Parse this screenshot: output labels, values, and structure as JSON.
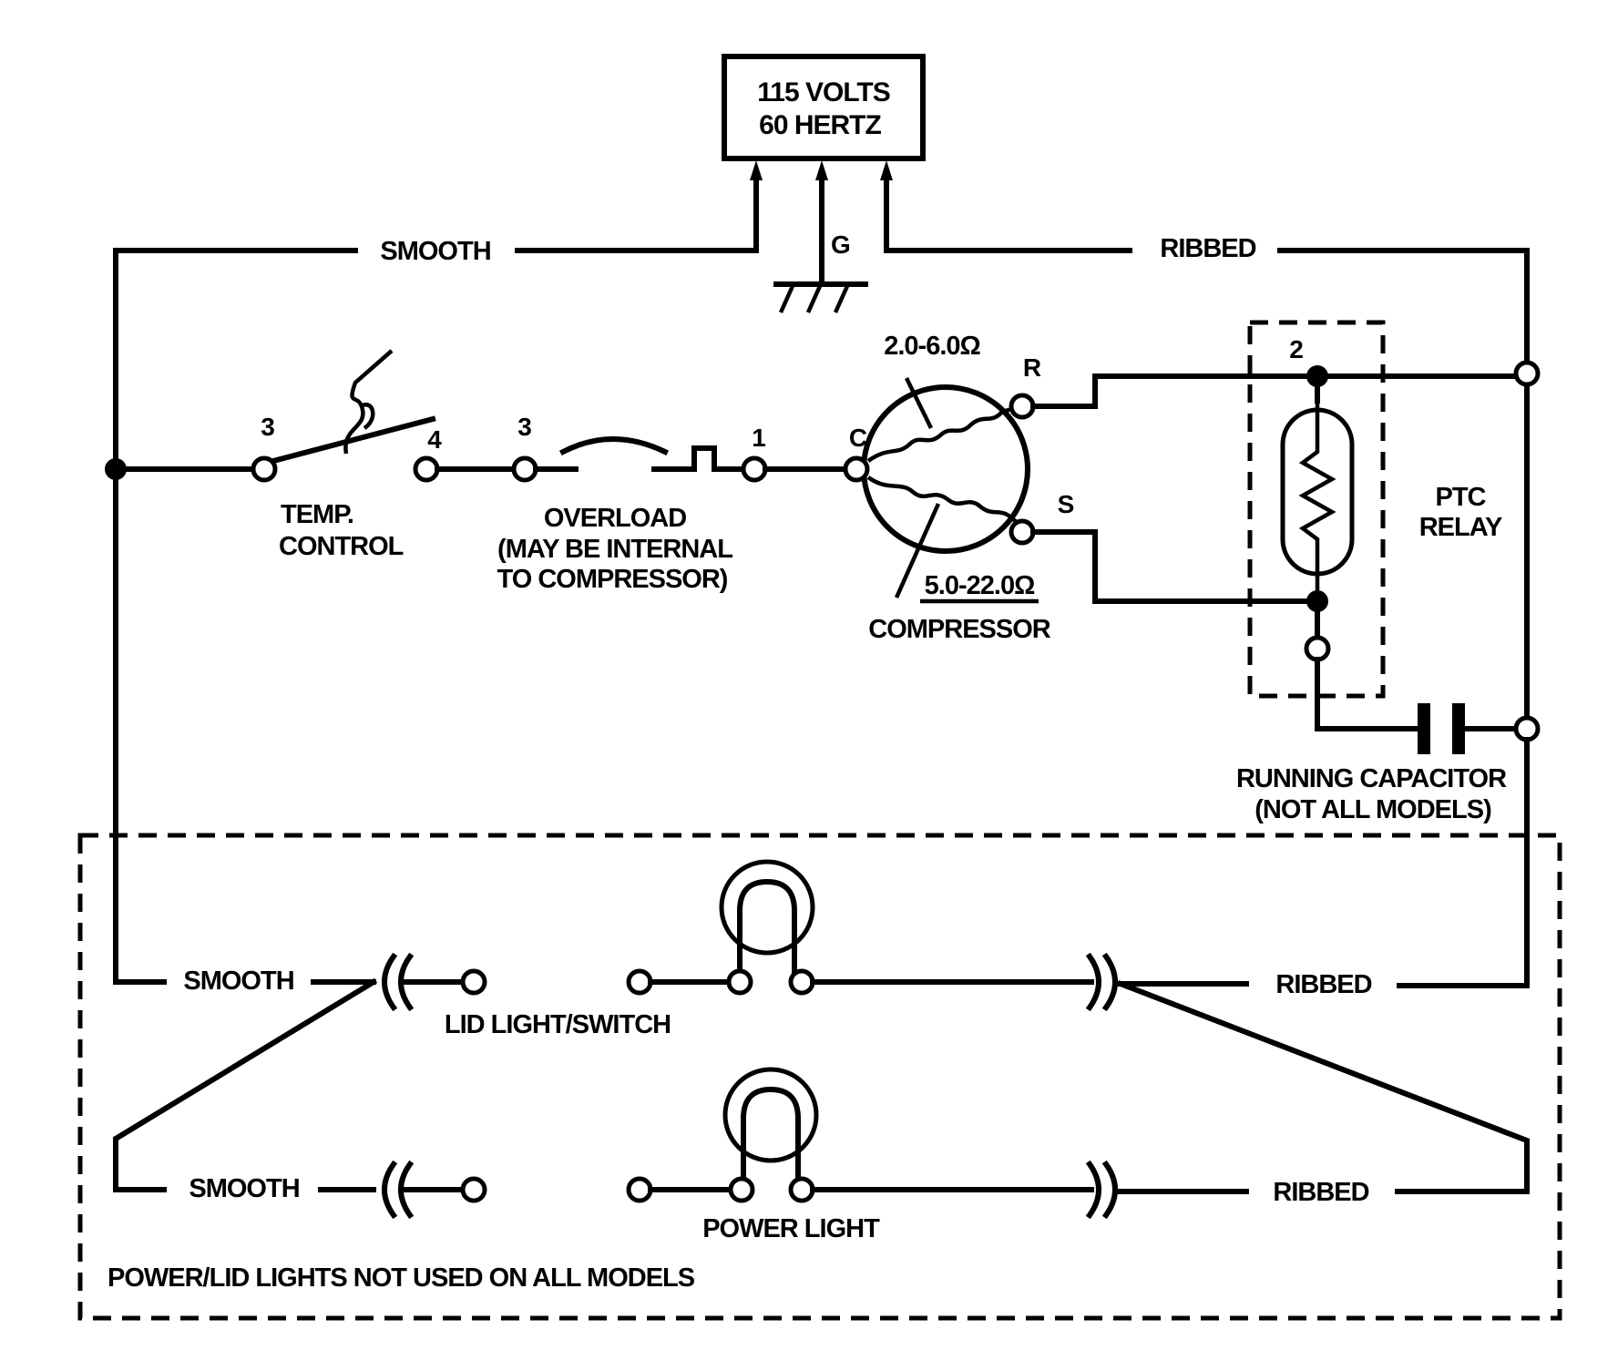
{
  "supply": {
    "line1": "115 VOLTS",
    "line2": "60 HERTZ",
    "ground_label": "G"
  },
  "wires": {
    "top_left": "SMOOTH",
    "top_right": "RIBBED",
    "lid_left": "SMOOTH",
    "lid_right": "RIBBED",
    "power_left": "SMOOTH",
    "power_right": "RIBBED"
  },
  "temp_control": {
    "term_left": "3",
    "term_right": "4",
    "line1": "TEMP.",
    "line2": "CONTROL"
  },
  "overload": {
    "term_left": "3",
    "term_right": "1",
    "line1": "OVERLOAD",
    "line2": "(MAY BE INTERNAL",
    "line3": "TO  COMPRESSOR)"
  },
  "compressor": {
    "label": "COMPRESSOR",
    "term_c": "C",
    "term_r": "R",
    "term_s": "S",
    "run_resistance": "2.0-6.0Ω",
    "start_resistance": "5.0-22.0Ω"
  },
  "ptc_relay": {
    "term_num": "2",
    "line1": "PTC",
    "line2": "RELAY"
  },
  "capacitor": {
    "line1": "RUNNING CAPACITOR",
    "line2": "(NOT ALL MODELS)"
  },
  "lid_light": {
    "label": "LID LIGHT/SWITCH"
  },
  "power_light": {
    "label": "POWER LIGHT"
  },
  "note": "POWER/LID LIGHTS NOT USED ON ALL MODELS"
}
